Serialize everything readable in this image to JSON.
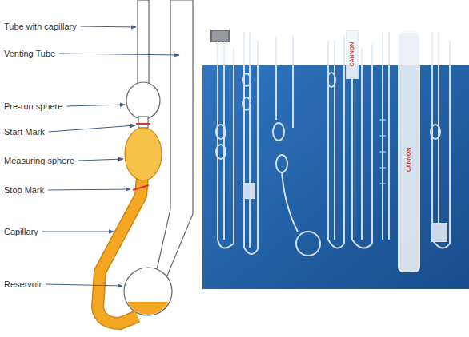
{
  "diagram": {
    "labels": [
      "Tube with capillary",
      "Venting Tube",
      "Pre-run sphere",
      "Start Mark",
      "Measuring sphere",
      "Stop Mark",
      "Capillary",
      "Reservoir",
      "CANNON",
      "CANNON"
    ]
  }
}
